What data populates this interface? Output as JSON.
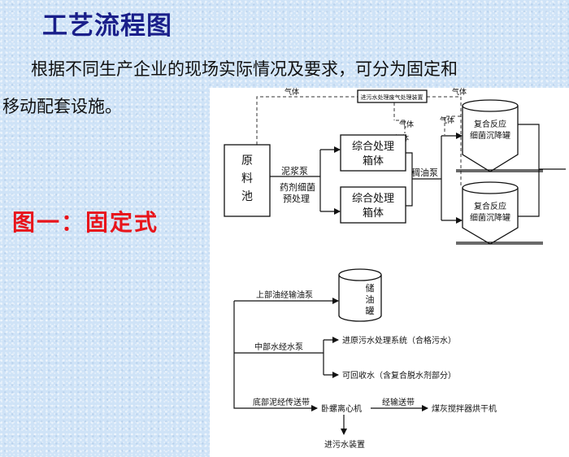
{
  "title": "工艺流程图",
  "intro": {
    "line1": "根据不同生产企业的现场实际情况及要求，可分为固定和",
    "line2": "移动配套设施。"
  },
  "caption": "图一：固定式",
  "diagram1": {
    "pool": [
      "原",
      "料",
      "池"
    ],
    "gas_top": "气体",
    "gas_mid": "气体",
    "gas_box_left": "气体",
    "gas_right": "气体",
    "exhaust_box": "进污水处理废气处理装置",
    "mud_pump": "泥浆泵",
    "pretreat_line1": "药剂细菌",
    "pretreat_line2": "预处理",
    "box1_line1": "综合处理",
    "box1_line2": "箱体",
    "box2_line1": "综合处理",
    "box2_line2": "箱体",
    "thick_oil_pump": "稠油泵",
    "tank1_line1": "复合反应",
    "tank1_line2": "细菌沉降罐",
    "tank2_line1": "复合反应",
    "tank2_line2": "细菌沉降罐"
  },
  "diagram2": {
    "upper_oil": "上部油经输油泵",
    "storage": [
      "储",
      "油",
      "罐"
    ],
    "middle_water": "中部水经水泵",
    "to_sewage_system": "进原污水处理系统（合格污水）",
    "recycle_water": "可回收水（含复合脱水剂部分）",
    "bottom_mud": "底部泥经传送带",
    "centrifuge": "卧螺离心机",
    "conveyor": "经输送带",
    "coal_mixer": "煤灰搅拌器烘干机",
    "to_sewage_device": "进污水装置"
  }
}
